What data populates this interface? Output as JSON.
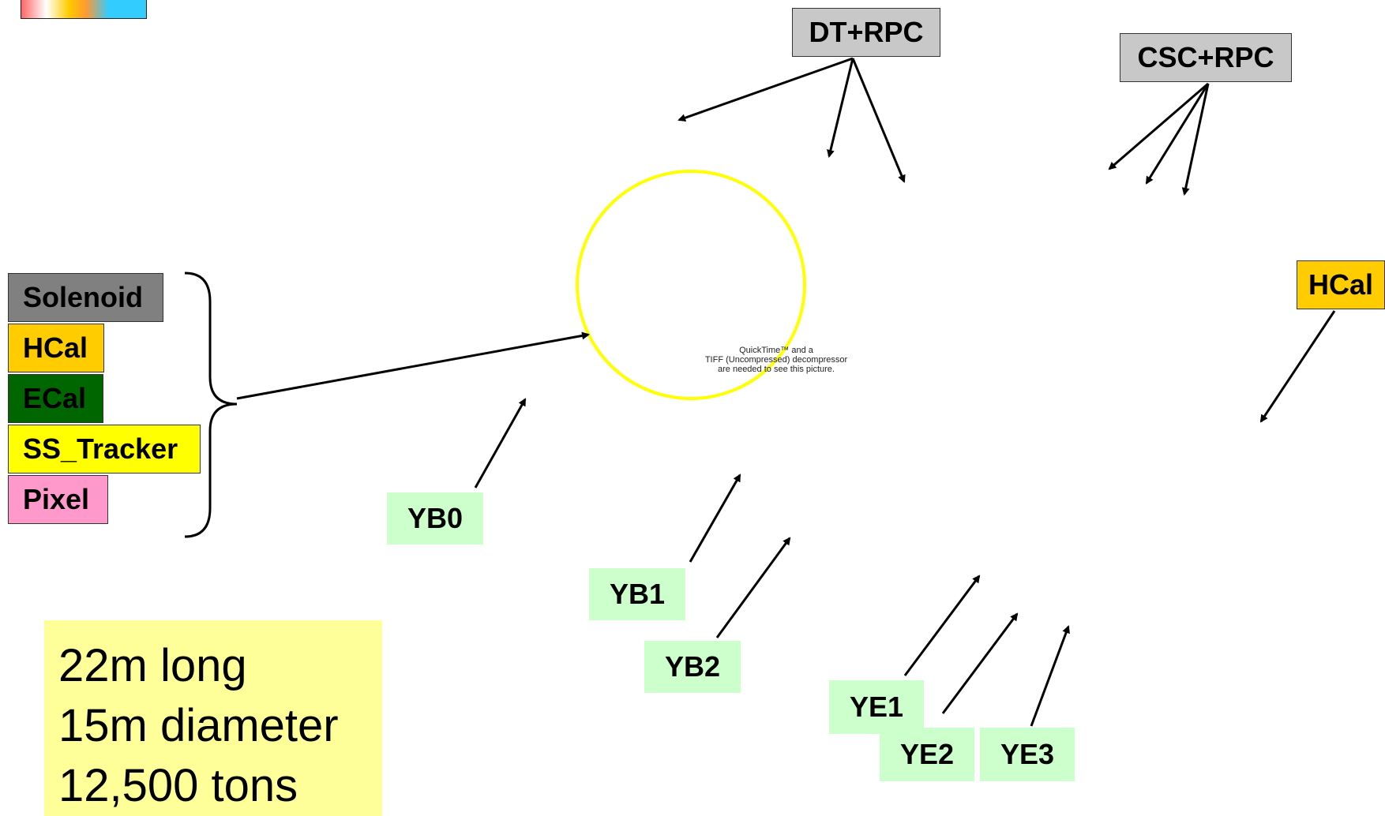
{
  "labels": {
    "dt_rpc": "DT+RPC",
    "csc_rpc": "CSC+RPC",
    "hcal_right": "HCal",
    "solenoid": "Solenoid",
    "hcal": "HCal",
    "ecal": "ECal",
    "ss_tracker": "SS_Tracker",
    "pixel": "Pixel",
    "yb0": "YB0",
    "yb1": "YB1",
    "yb2": "YB2",
    "ye1": "YE1",
    "ye2": "YE2",
    "ye3": "YE3"
  },
  "missing_image_notice": {
    "line1": "QuickTime™ and a",
    "line2": "TIFF (Uncompressed) decompressor",
    "line3": "are needed to see this picture."
  },
  "facts": {
    "length": "22m long",
    "diameter": "15m diameter",
    "weight": "12,500 tons"
  },
  "colors": {
    "solenoid": "#808080",
    "hcal": "#ffcc00",
    "ecal": "#006600",
    "ss_tracker": "#ffff00",
    "pixel": "#ff99cc",
    "muon_box": "#c8c8c8",
    "yoke_box": "#ccffcc",
    "facts_box": "#ffff99",
    "highlight_circle": "#ffff00"
  },
  "icons": {
    "logo": "cms-logo-icon",
    "circle": "highlight-circle"
  }
}
